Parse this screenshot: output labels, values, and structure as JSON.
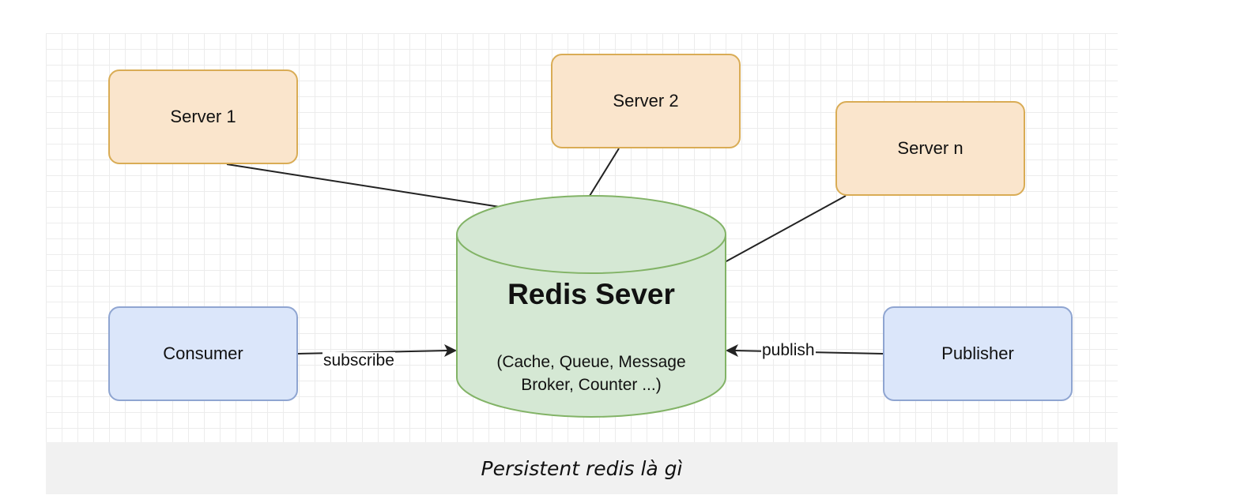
{
  "servers": [
    {
      "label": "Server 1"
    },
    {
      "label": "Server 2"
    },
    {
      "label": "Server n"
    }
  ],
  "redis": {
    "title": "Redis Sever",
    "subtitle_line1": "(Cache, Queue, Message",
    "subtitle_line2": "Broker, Counter ...)"
  },
  "consumer": {
    "label": "Consumer",
    "edge_label": "subscribe"
  },
  "publisher": {
    "label": "Publisher",
    "edge_label": "publish"
  },
  "caption": "Persistent redis là gì",
  "colors": {
    "server_fill": "#fae5cc",
    "server_stroke": "#d9ac55",
    "client_fill": "#dbe6fa",
    "client_stroke": "#8fa5d1",
    "db_fill": "#d5e8d4",
    "db_stroke": "#82b366"
  }
}
